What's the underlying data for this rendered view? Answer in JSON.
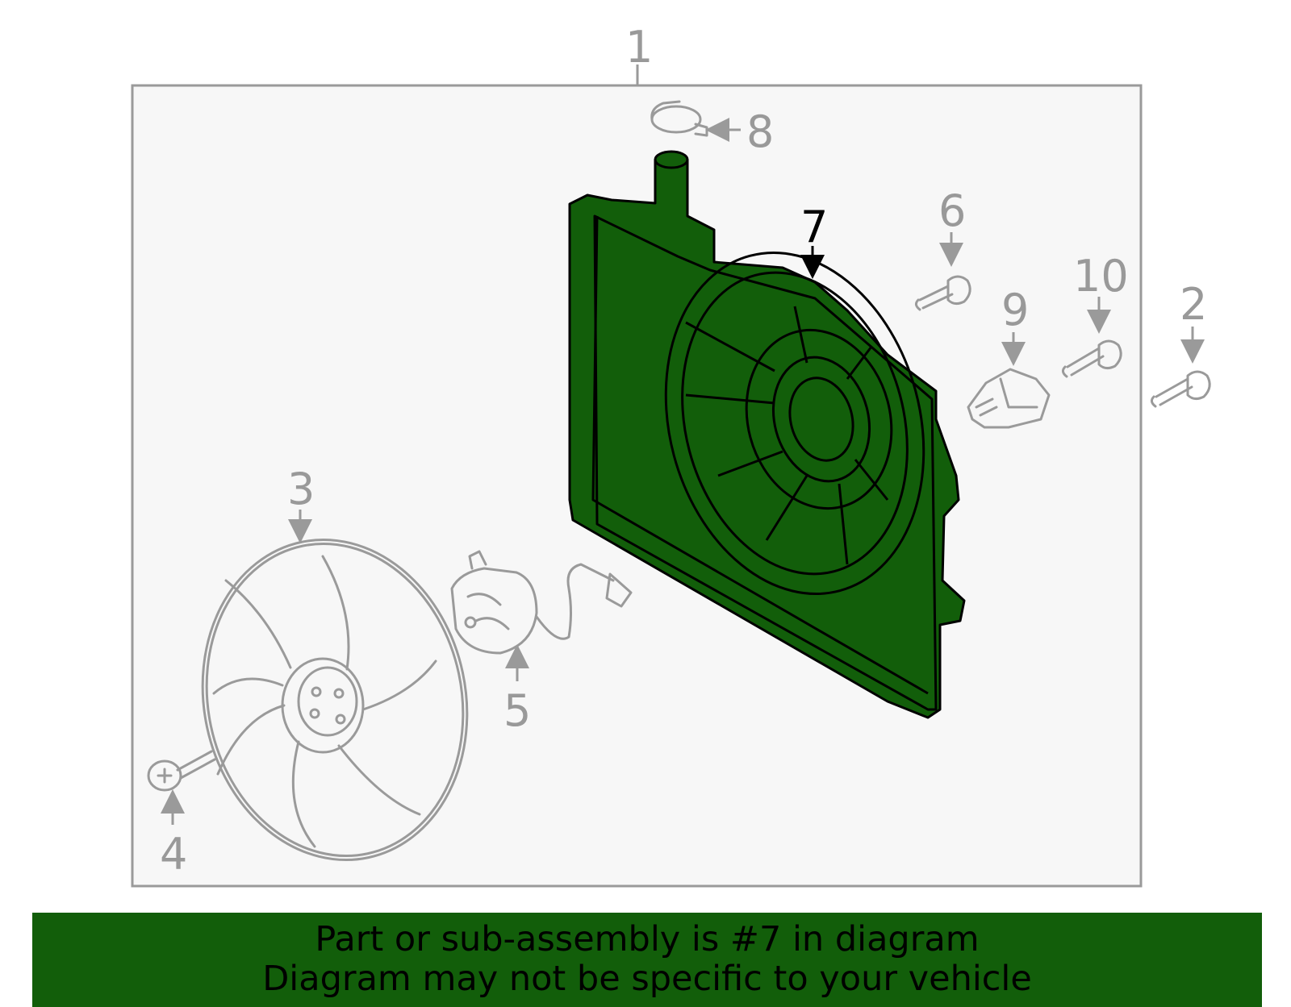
{
  "callouts": {
    "c1": "1",
    "c2": "2",
    "c3": "3",
    "c4": "4",
    "c5": "5",
    "c6": "6",
    "c7": "7",
    "c8": "8",
    "c9": "9",
    "c10": "10"
  },
  "highlight_color": "#125e0a",
  "banner": {
    "line1": "Part or sub-assembly is #7 in diagram",
    "line2": "Diagram may not be specific to your vehicle"
  }
}
